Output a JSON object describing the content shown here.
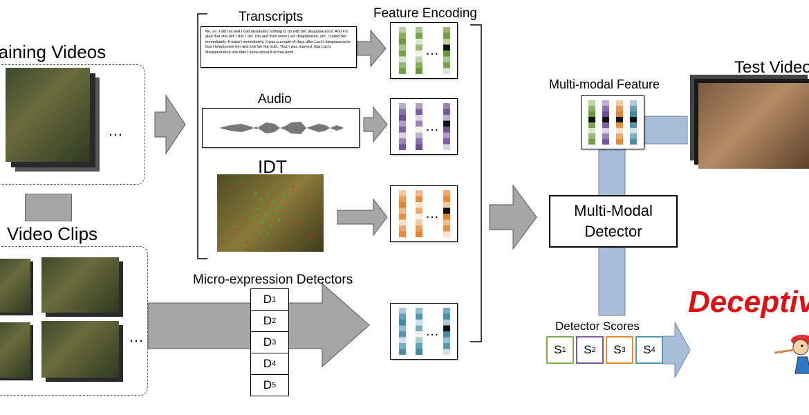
{
  "labels": {
    "training_videos": "Training Videos",
    "video_clips": "Video Clips",
    "transcripts": "Transcripts",
    "audio": "Audio",
    "idt": "IDT",
    "micro_expression": "Micro-expression Detectors",
    "feature_encoding": "Feature Encoding",
    "multimodal_feature": "Multi-modal Feature",
    "test_video": "Test Video",
    "detector_line1": "Multi-Modal",
    "detector_line2": "Detector",
    "detector_scores": "Detector Scores",
    "deceptive": "Deceptive",
    "ellipsis": "…"
  },
  "transcript_text": "No, no. I did not and I had absolutely nothing to do with her disappearance. And I'm glad that she did. I did. I did. Um and then when Laci disappeared, um, I called her immediately. It wasn't immediately, it was a couple of days after Laci's disappearance that I telephoned her and told her the truth. That I was married, that Laci's disappearance she didn't know about it at that point.",
  "detectors": [
    {
      "letter": "D",
      "sub": "1"
    },
    {
      "letter": "D",
      "sub": "2"
    },
    {
      "letter": "D",
      "sub": "3"
    },
    {
      "letter": "D",
      "sub": "4"
    },
    {
      "letter": "D",
      "sub": "5"
    }
  ],
  "scores": [
    {
      "letter": "S",
      "sub": "1",
      "color": "#7fb24a"
    },
    {
      "letter": "S",
      "sub": "2",
      "color": "#7a5aa8"
    },
    {
      "letter": "S",
      "sub": "3",
      "color": "#ef8a2c"
    },
    {
      "letter": "S",
      "sub": "4",
      "color": "#4a9bb8"
    }
  ],
  "colors": {
    "green": "#6a9a38",
    "purple": "#6b4f9a",
    "orange": "#e8822a",
    "teal": "#3f8aa6",
    "arrow_gray": "#a6a6a6",
    "arrow_blue": "#a9bcd9",
    "red_text": "#e01010"
  },
  "icons": {
    "nose_figure": "pinocchio-icon"
  }
}
